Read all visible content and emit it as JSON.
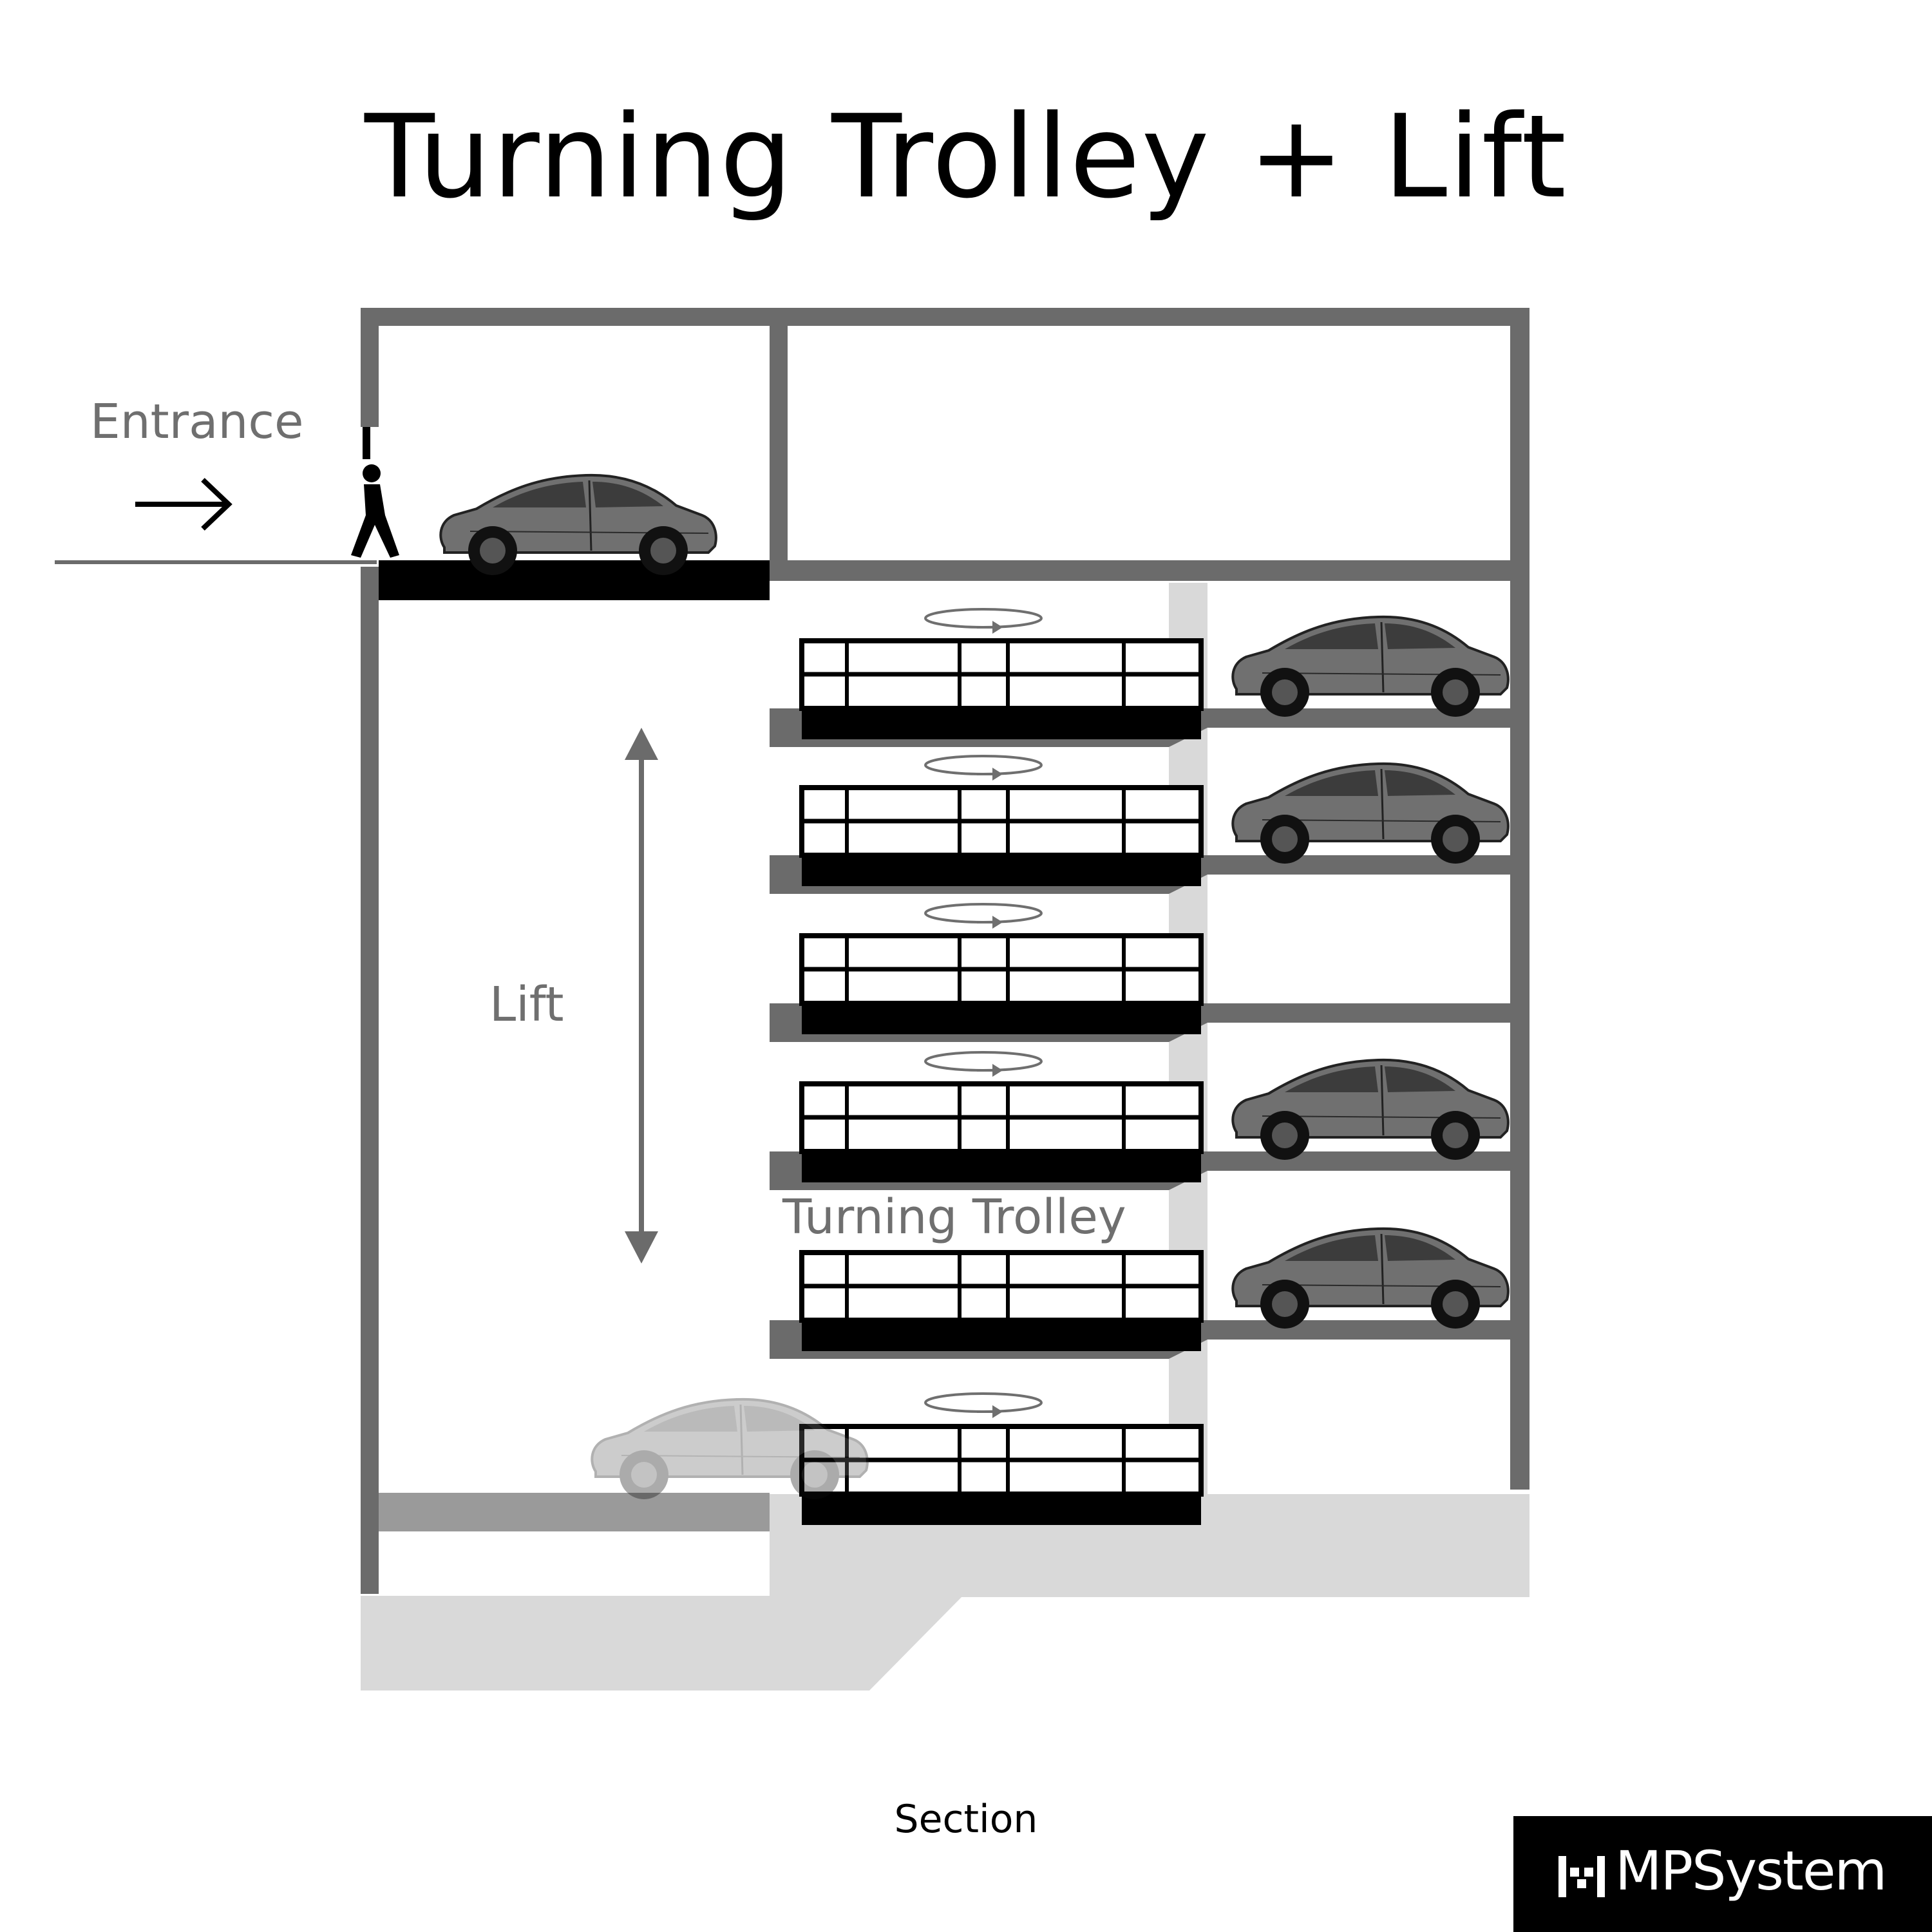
{
  "title": "Turning Trolley + Lift",
  "labels": {
    "entrance": "Entrance",
    "lift": "Lift",
    "turning_trolley": "Turning Trolley"
  },
  "caption": "Section",
  "logo": {
    "text": "MPSystem"
  },
  "colors": {
    "structure": "#6b6b6b",
    "slab_black": "#000000",
    "ground_light": "#d9d9d9",
    "car_body": "#707070",
    "car_ghost": "#c8c8c8",
    "label_gray": "#6f6f6f"
  },
  "levels": [
    {
      "name": "level-1",
      "parked_car": true
    },
    {
      "name": "level-2",
      "parked_car": true
    },
    {
      "name": "level-3",
      "parked_car": false
    },
    {
      "name": "level-4",
      "parked_car": true
    },
    {
      "name": "level-5",
      "parked_car": true
    },
    {
      "name": "level-6",
      "parked_car": false
    }
  ]
}
